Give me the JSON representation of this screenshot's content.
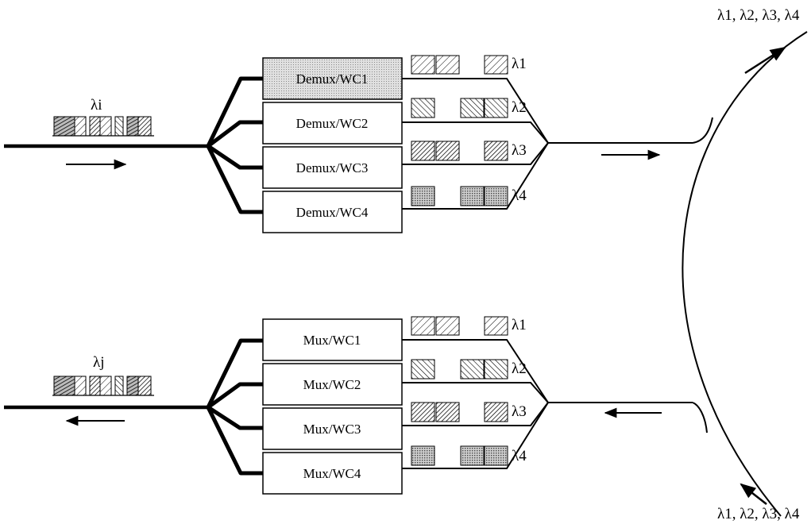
{
  "top_section": {
    "input_label": "λi",
    "boxes": [
      {
        "label": "Demux/WC1",
        "highlighted": true
      },
      {
        "label": "Demux/WC2",
        "highlighted": false
      },
      {
        "label": "Demux/WC3",
        "highlighted": false
      },
      {
        "label": "Demux/WC4",
        "highlighted": false
      }
    ],
    "channel_labels": [
      "λ1",
      "λ2",
      "λ3",
      "λ4"
    ]
  },
  "bottom_section": {
    "input_label": "λj",
    "boxes": [
      {
        "label": "Mux/WC1"
      },
      {
        "label": "Mux/WC2"
      },
      {
        "label": "Mux/WC3"
      },
      {
        "label": "Mux/WC4"
      }
    ],
    "channel_labels": [
      "λ1",
      "λ2",
      "λ3",
      "λ4"
    ]
  },
  "ring": {
    "top_label": "λ1, λ2, λ3, λ4",
    "bottom_label": "λ1, λ2, λ3, λ4"
  },
  "colors": {
    "highlight_fill": "#d4d4d4",
    "line": "#000000"
  }
}
